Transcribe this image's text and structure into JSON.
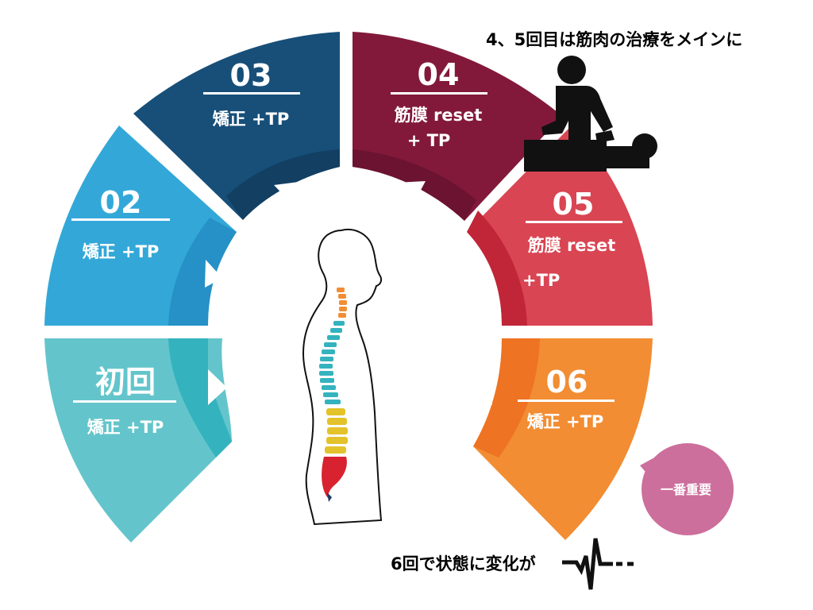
{
  "top_note": "4、5回目は筋肉の治療をメインに",
  "bottom_note": "6回で状態に変化が",
  "bubble": {
    "text": "一番重要",
    "color": "#cc6f9c"
  },
  "segments": [
    {
      "title": "初回",
      "line1": "矯正 +TP",
      "line2": "",
      "color": "#63c5cb",
      "shade": "#34b3be"
    },
    {
      "title": "02",
      "line1": "矯正 +TP",
      "line2": "",
      "color": "#33a8d8",
      "shade": "#2591c6"
    },
    {
      "title": "03",
      "line1": "矯正 +TP",
      "line2": "",
      "color": "#174f79",
      "shade": "#123f62"
    },
    {
      "title": "04",
      "line1": "筋膜 reset",
      "line2": "+ TP",
      "color": "#82193b",
      "shade": "#6b1330"
    },
    {
      "title": "05",
      "line1": "筋膜 reset",
      "line2": "+TP",
      "color": "#d94552",
      "shade": "#c02637"
    },
    {
      "title": "06",
      "line1": "矯正 +TP",
      "line2": "",
      "color": "#f28d33",
      "shade": "#ee7322"
    }
  ],
  "icons": {
    "therapist": "massage-therapist-icon",
    "heartbeat": "heartbeat-line-icon",
    "spine": "human-spine-icon"
  }
}
